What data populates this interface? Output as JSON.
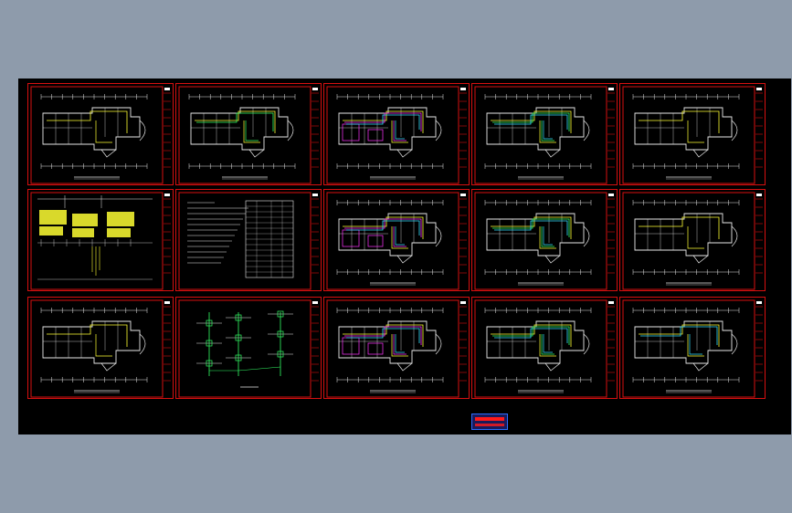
{
  "viewer": {
    "background_color": "#8e9bab",
    "drawing_background": "#000000"
  },
  "colors": {
    "frame": "#d81010",
    "wall": "#e8e8e8",
    "wire_yellow": "#ffff33",
    "wire_green": "#33ff66",
    "wire_cyan": "#33e0ff",
    "wire_magenta": "#ff33ff",
    "title_block_blue": "#2c6cff"
  },
  "sheets": [
    {
      "row": 0,
      "col": 0,
      "kind": "plan",
      "wires": [
        "yellow"
      ]
    },
    {
      "row": 0,
      "col": 1,
      "kind": "plan",
      "wires": [
        "yellow",
        "green"
      ]
    },
    {
      "row": 0,
      "col": 2,
      "kind": "plan",
      "wires": [
        "yellow",
        "magenta",
        "cyan"
      ]
    },
    {
      "row": 0,
      "col": 3,
      "kind": "plan",
      "wires": [
        "yellow",
        "green",
        "cyan"
      ]
    },
    {
      "row": 0,
      "col": 4,
      "kind": "plan",
      "wires": [
        "yellow"
      ]
    },
    {
      "row": 1,
      "col": 0,
      "kind": "system",
      "wires": [
        "yellow"
      ]
    },
    {
      "row": 1,
      "col": 1,
      "kind": "notes",
      "wires": []
    },
    {
      "row": 1,
      "col": 2,
      "kind": "plan",
      "wires": [
        "yellow",
        "magenta",
        "cyan"
      ]
    },
    {
      "row": 1,
      "col": 3,
      "kind": "plan",
      "wires": [
        "yellow",
        "green",
        "cyan"
      ]
    },
    {
      "row": 1,
      "col": 4,
      "kind": "plan",
      "wires": [
        "yellow"
      ]
    },
    {
      "row": 2,
      "col": 0,
      "kind": "plan",
      "wires": [
        "yellow"
      ]
    },
    {
      "row": 2,
      "col": 1,
      "kind": "riser",
      "wires": [
        "green"
      ]
    },
    {
      "row": 2,
      "col": 2,
      "kind": "plan",
      "wires": [
        "yellow",
        "magenta",
        "cyan"
      ]
    },
    {
      "row": 2,
      "col": 3,
      "kind": "plan",
      "wires": [
        "yellow",
        "green",
        "cyan"
      ]
    },
    {
      "row": 2,
      "col": 4,
      "kind": "plan",
      "wires": [
        "yellow",
        "cyan"
      ]
    }
  ]
}
